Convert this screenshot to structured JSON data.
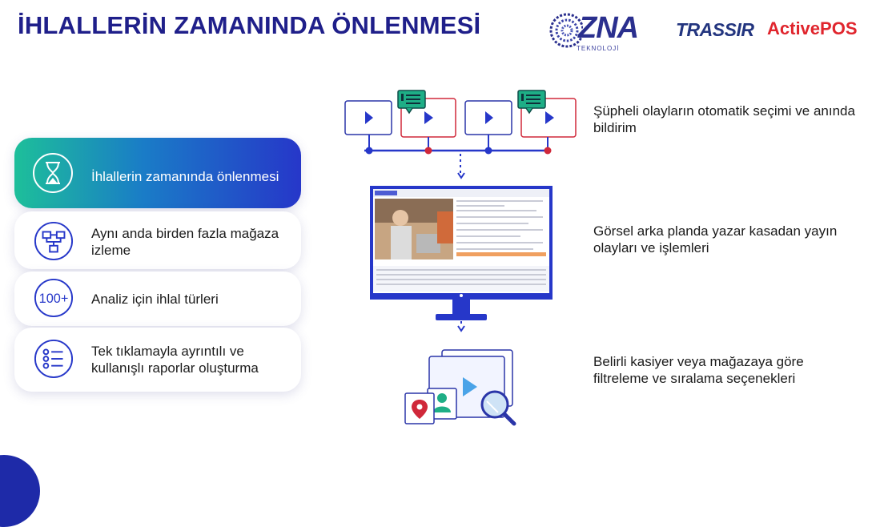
{
  "header": {
    "title": "İHLALLERİN ZAMANINDA ÖNLENMESİ",
    "logos": {
      "zna": "ZNA",
      "zna_sub": "TEKNOLOJİ",
      "trassir": "TRASSIR",
      "activepos": "ActivePOS"
    }
  },
  "menu": {
    "items": [
      {
        "label": "İhlallerin zamanında önlenmesi",
        "icon": "hourglass-icon",
        "active": true
      },
      {
        "label": "Aynı anda birden fazla mağaza izleme",
        "icon": "network-stores-icon",
        "active": false
      },
      {
        "label": "Analiz için ihlal türleri",
        "icon": "hundred-plus-icon",
        "icon_text": "100+",
        "active": false
      },
      {
        "label": "Tek tıklamayla ayrıntılı ve kullanışlı raporlar oluşturma",
        "icon": "checklist-icon",
        "active": false
      }
    ]
  },
  "features": [
    {
      "text": "Şüpheli olayların otomatik seçimi ve anında bildirim"
    },
    {
      "text": "Görsel arka planda yazar kasadan yayın olayları ve işlemleri"
    },
    {
      "text": "Belirli kasiyer veya mağazaya göre filtreleme ve sıralama seçenekleri"
    }
  ],
  "colors": {
    "primary": "#2637c9",
    "accent_green": "#1dbf9a",
    "alert_red": "#d0283a",
    "chat_green": "#1eae86"
  }
}
